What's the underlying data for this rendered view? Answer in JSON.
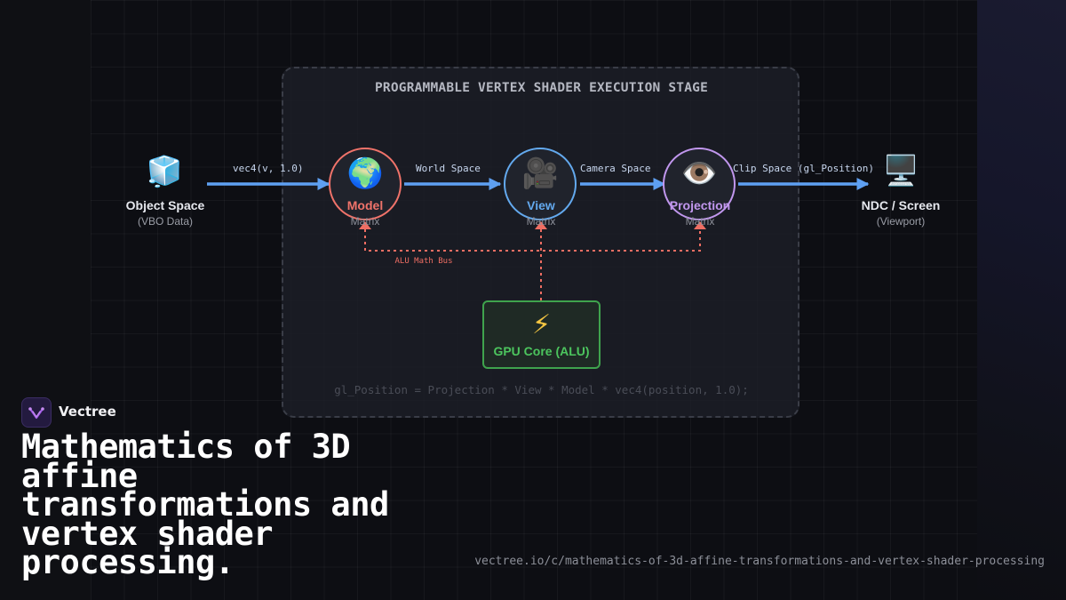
{
  "stage": {
    "title": "PROGRAMMABLE VERTEX SHADER EXECUTION STAGE",
    "formula": "gl_Position = Projection * View * Model * vec4(position, 1.0);"
  },
  "source": {
    "icon": "ice-cube-icon",
    "label": "Object Space",
    "sublabel": "(VBO Data)"
  },
  "target": {
    "icon": "desktop-monitor-icon",
    "label": "NDC / Screen",
    "sublabel": "(Viewport)"
  },
  "nodes": [
    {
      "id": "model",
      "icon": "globe-icon",
      "label": "Model",
      "sublabel": "Matrix",
      "color": "#f0736a"
    },
    {
      "id": "view",
      "icon": "video-camera-icon",
      "label": "View",
      "sublabel": "Matrix",
      "color": "#63a9ee"
    },
    {
      "id": "projection",
      "icon": "eye-icon",
      "label": "Projection",
      "sublabel": "Matrix",
      "color": "#c197ee"
    }
  ],
  "edges": [
    {
      "from": "source",
      "to": "model",
      "label": "vec4(v, 1.0)"
    },
    {
      "from": "model",
      "to": "view",
      "label": "World Space"
    },
    {
      "from": "view",
      "to": "projection",
      "label": "Camera Space"
    },
    {
      "from": "projection",
      "to": "target",
      "label": "Clip Space (gl_Position)"
    }
  ],
  "bus": {
    "label": "ALU Math Bus",
    "color": "#ef6e63"
  },
  "gpu": {
    "icon": "lightning-bolt-icon",
    "label": "GPU Core (ALU)",
    "color": "#4cc55e"
  },
  "colors": {
    "arrow": "#5ea0f2",
    "background": "#0d0e13"
  },
  "brand": {
    "name": "Vectree",
    "logo_icon": "vectree-logo-icon"
  },
  "headline": "Mathematics of 3D affine transformations and vertex shader processing.",
  "url": "vectree.io/c/mathematics-of-3d-affine-transformations-and-vertex-shader-processing"
}
